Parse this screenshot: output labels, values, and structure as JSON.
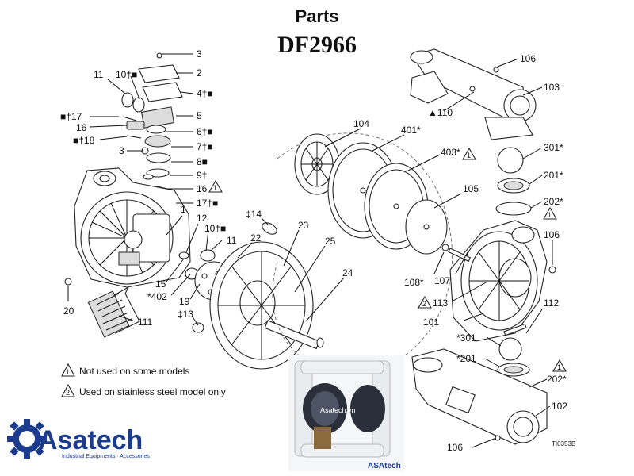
{
  "header": {
    "title": "Parts",
    "model": "DF2966"
  },
  "notes": [
    {
      "mark": "1",
      "text": "Not used on some models"
    },
    {
      "mark": "2",
      "text": "Used on stainless steel model only"
    }
  ],
  "callouts": {
    "c3a": "3",
    "c2": "2",
    "c11a": "11",
    "c10a": "10†■",
    "c4": "4†■",
    "c5": "5",
    "c17a": "■†17",
    "c16a": "16",
    "c18": "■†18",
    "c6": "6†■",
    "c7": "7†■",
    "c3b": "3",
    "c8": "8■",
    "c9": "9†",
    "c16b": "16",
    "c17b": "17†■",
    "c1": "1",
    "c12": "12",
    "c10b": "10†■",
    "c11b": "11",
    "c15": "15",
    "c402": "*402",
    "c19": "19",
    "c13": "‡13",
    "c20": "20",
    "c111": "111",
    "c14": "‡14",
    "c22": "22",
    "c23": "23",
    "c25": "25",
    "c24": "24",
    "c104": "104",
    "c401": "401*",
    "c403": "403*",
    "c105": "105",
    "c106a": "106",
    "c103": "103",
    "c110": "▲110",
    "c301a": "301*",
    "c201a": "201*",
    "c202a": "202*",
    "c106b": "106",
    "c108": "108*",
    "c107": "107",
    "c113": "113",
    "c101": "101",
    "c112": "112",
    "c301b": "*301",
    "c201b": "*201",
    "c202b": "202*",
    "c102": "102",
    "c106c": "106",
    "drawing_no": "TI0353B"
  },
  "logo": {
    "name": "Asatech",
    "tagline": "Industrial Equipments · Accessories"
  },
  "photo": {
    "watermark": "Asatech.vn",
    "brand": "ASAtech"
  },
  "colors": {
    "logo": "#1b3c8c",
    "gear": "#1b3c8c"
  }
}
